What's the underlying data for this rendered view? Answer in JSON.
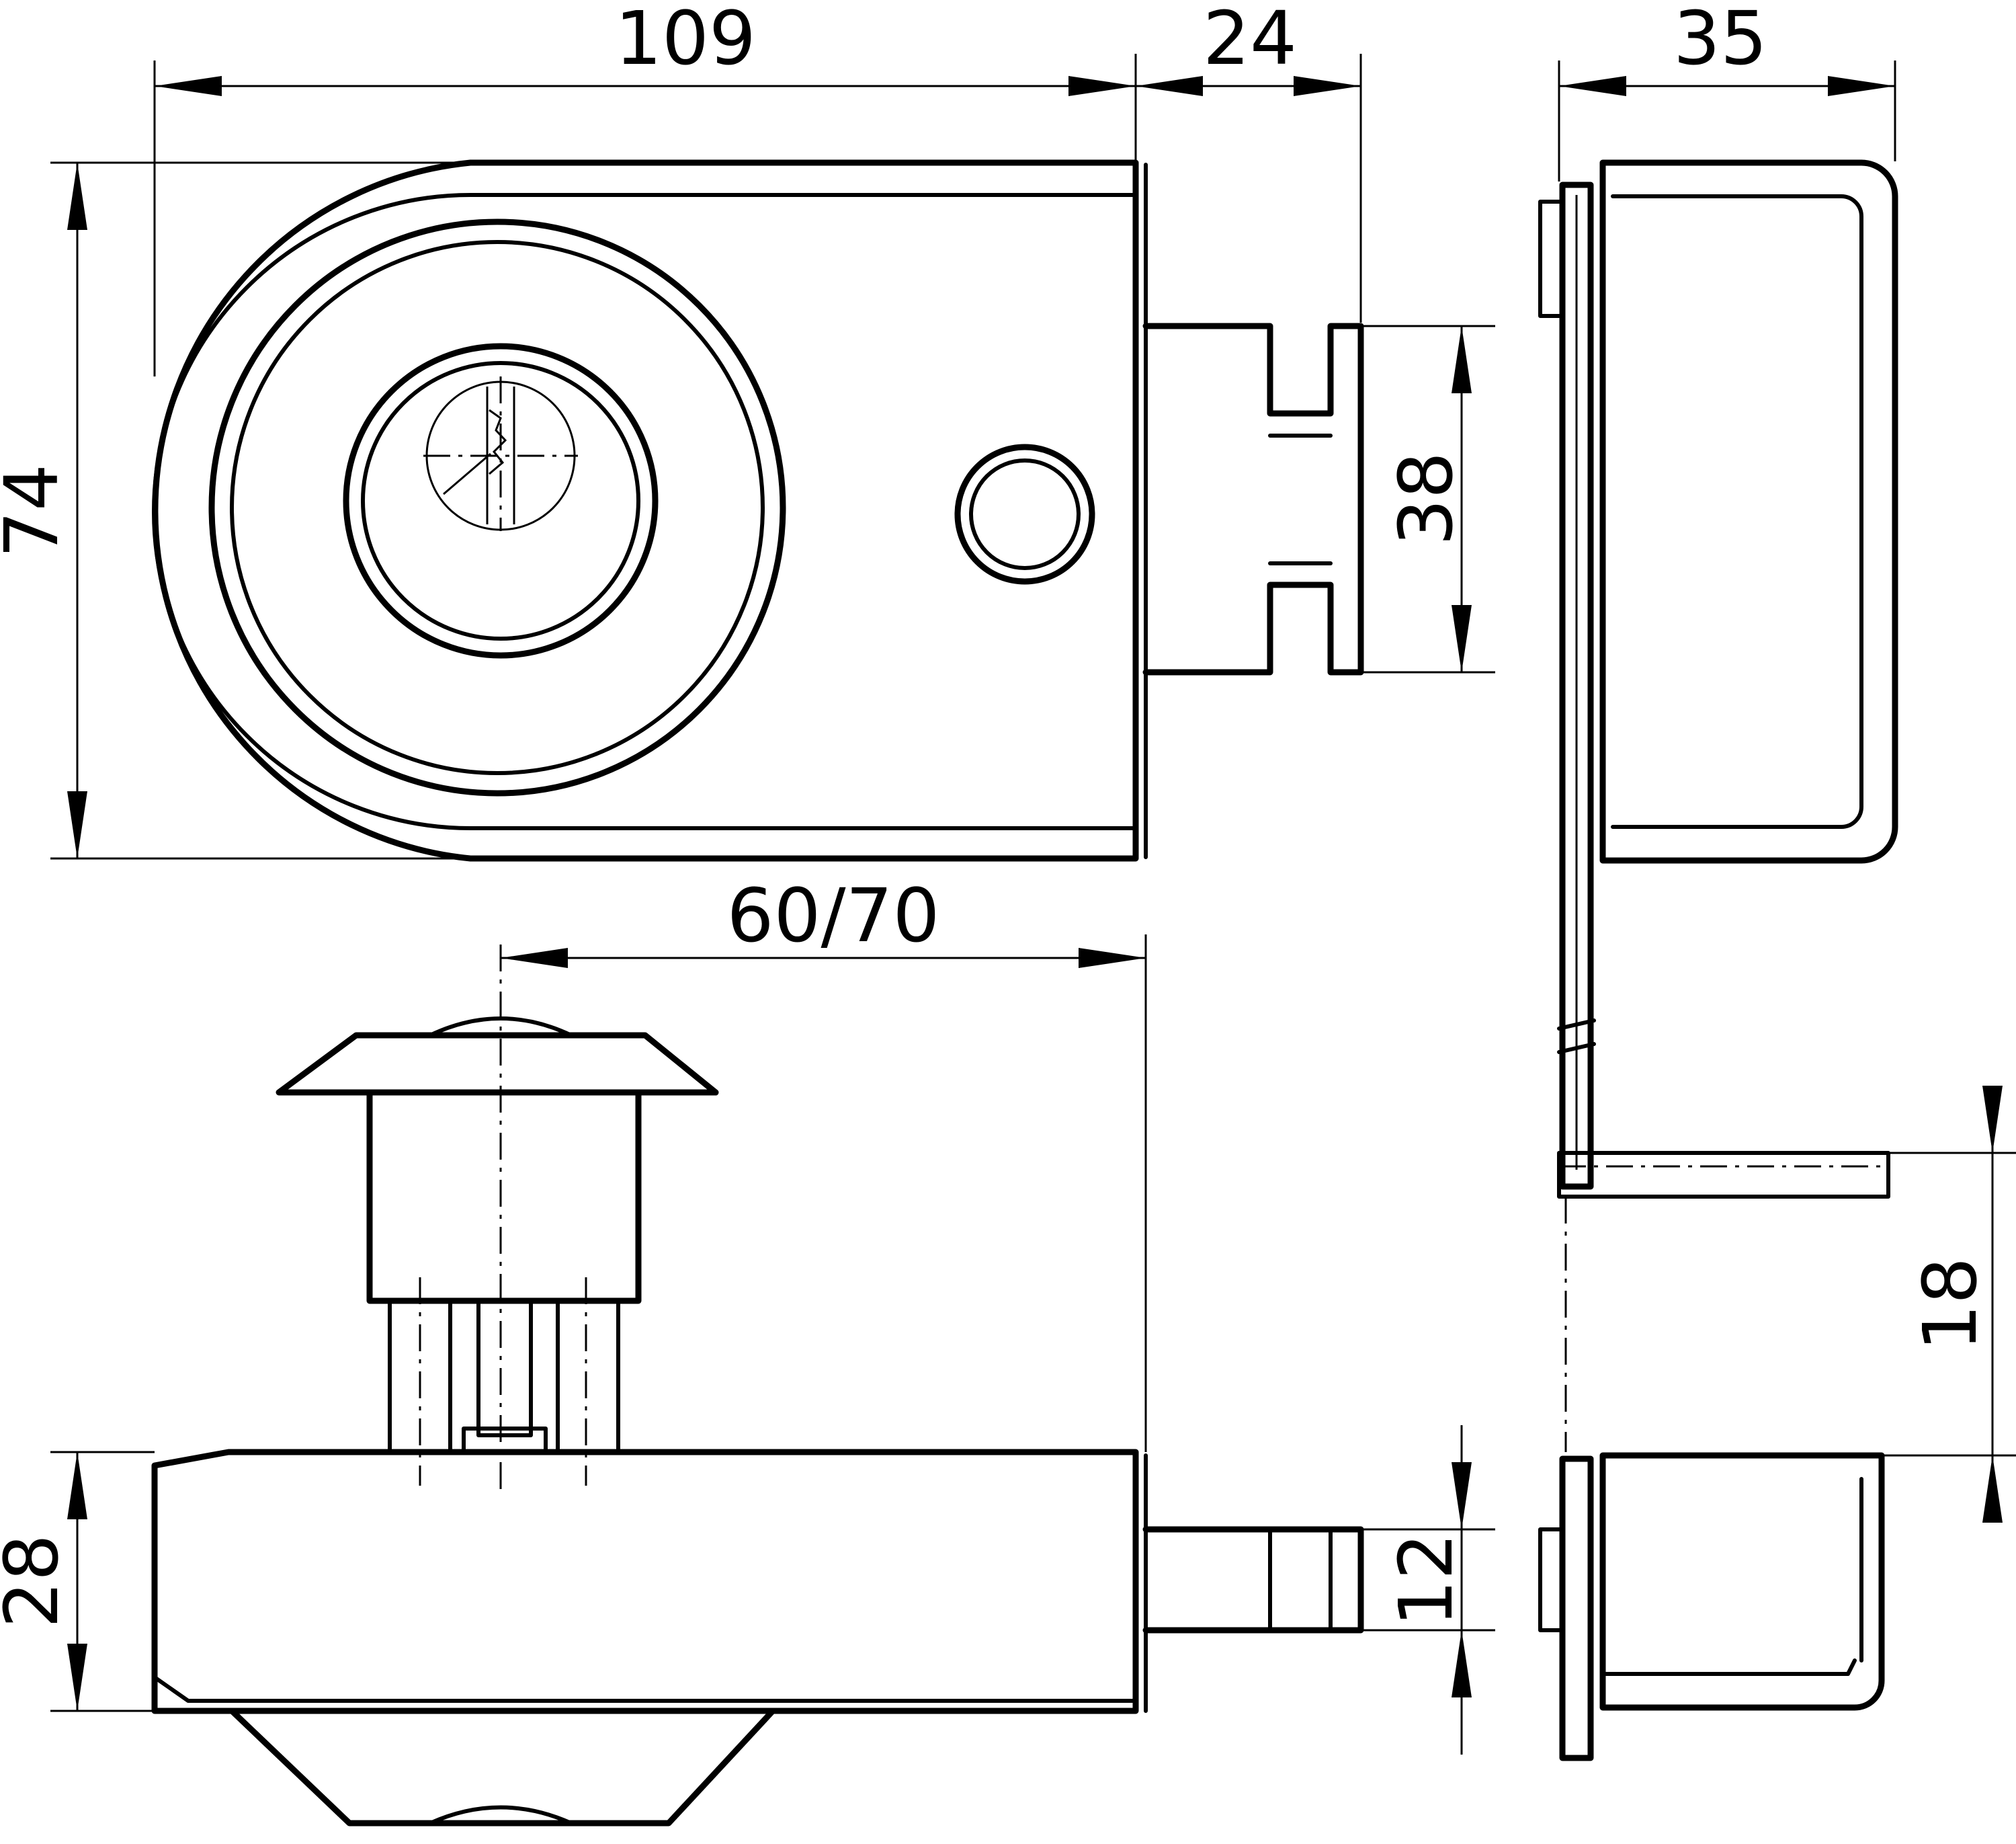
{
  "dimensions": {
    "lock_width": "109",
    "bolt_throw": "24",
    "side_depth": "35",
    "lock_height": "74",
    "bolt_height": "38",
    "backset": "60/70",
    "lock_thickness": "28",
    "bolt_thickness": "12",
    "keep_thickness": "18"
  },
  "colors": {
    "line": "#000000",
    "background": "#ffffff"
  }
}
